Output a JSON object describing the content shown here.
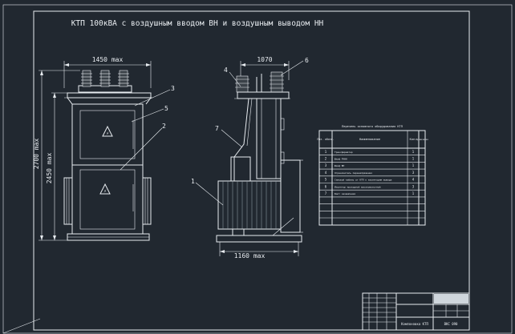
{
  "drawing": {
    "title": "КТП 100кВА с воздушным вводом ВН и воздушным выводом НН",
    "dimensions": {
      "front_width": "1450 max",
      "front_height_total": "2700 max",
      "front_height_body": "2450 max",
      "side_width_top": "1070",
      "side_base": "1160 max"
    },
    "callouts": [
      "1",
      "2",
      "3",
      "4",
      "5",
      "6",
      "7"
    ],
    "hazard_symbol": "⚡"
  },
  "spec_table": {
    "heading": "Перечень основного оборудования КТП",
    "headers": [
      "Поз. обозн.",
      "Наименование",
      "Кол.",
      "Примечание"
    ],
    "rows": [
      {
        "pos": "1",
        "name": "Трансформатор",
        "qty": "1"
      },
      {
        "pos": "2",
        "name": "Шкаф РУНН",
        "qty": "1"
      },
      {
        "pos": "3",
        "name": "Шкаф ВН",
        "qty": "1"
      },
      {
        "pos": "4",
        "name": "Ограничитель перенапряжения",
        "qty": "3"
      },
      {
        "pos": "5",
        "name": "Силовой кабель от КТП к изоляторам вывода",
        "qty": "4"
      },
      {
        "pos": "6",
        "name": "Изолятор проходной высоковольтный",
        "qty": "3"
      },
      {
        "pos": "7",
        "name": "Болт заземления",
        "qty": "1"
      },
      {
        "pos": "",
        "name": "",
        "qty": ""
      },
      {
        "pos": "",
        "name": "",
        "qty": ""
      },
      {
        "pos": "",
        "name": "",
        "qty": ""
      },
      {
        "pos": "",
        "name": "",
        "qty": ""
      }
    ]
  },
  "title_block": {
    "name": "Компоновка КТП",
    "sheet": "ВКС 090"
  }
}
